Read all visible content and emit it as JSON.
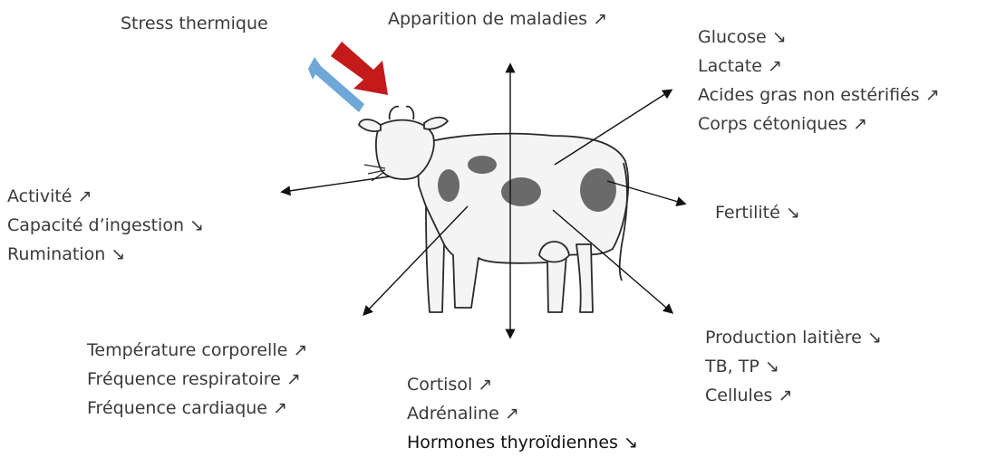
{
  "top_left_label": "Stress thermique",
  "top_center_label": "Apparition de maladies ↗",
  "top_right_items": [
    "Glucose ↘",
    "Lactate ↗",
    "Acides gras non estérifiés ↗",
    "Corps cétoniques ↗"
  ],
  "right_label": "Fertilité ↘",
  "left_items": [
    "Activité ↗",
    "Capacité d’ingestion ↘",
    "Rumination ↘"
  ],
  "bottom_left_items": [
    "Température corporelle ↗",
    "Fréquence respiratoire ↗",
    "Fréquence cardiaque ↗"
  ],
  "bottom_center_items": [
    "Cortisol  ↗",
    "Adrénaline ↗",
    "Hormones thyroïdiennes ↘"
  ],
  "bottom_right_items": [
    "Production laitière ↘",
    "TB, TP ↘",
    "Cellules ↗"
  ],
  "colors": {
    "heat_arrow": "#c41a1a",
    "cool_arrow": "#6fa7d8",
    "text": "#3a3a3a",
    "line": "#111111"
  },
  "icons": [
    "red-heat-arrow",
    "blue-cooling-arrow",
    "cow-illustration"
  ]
}
